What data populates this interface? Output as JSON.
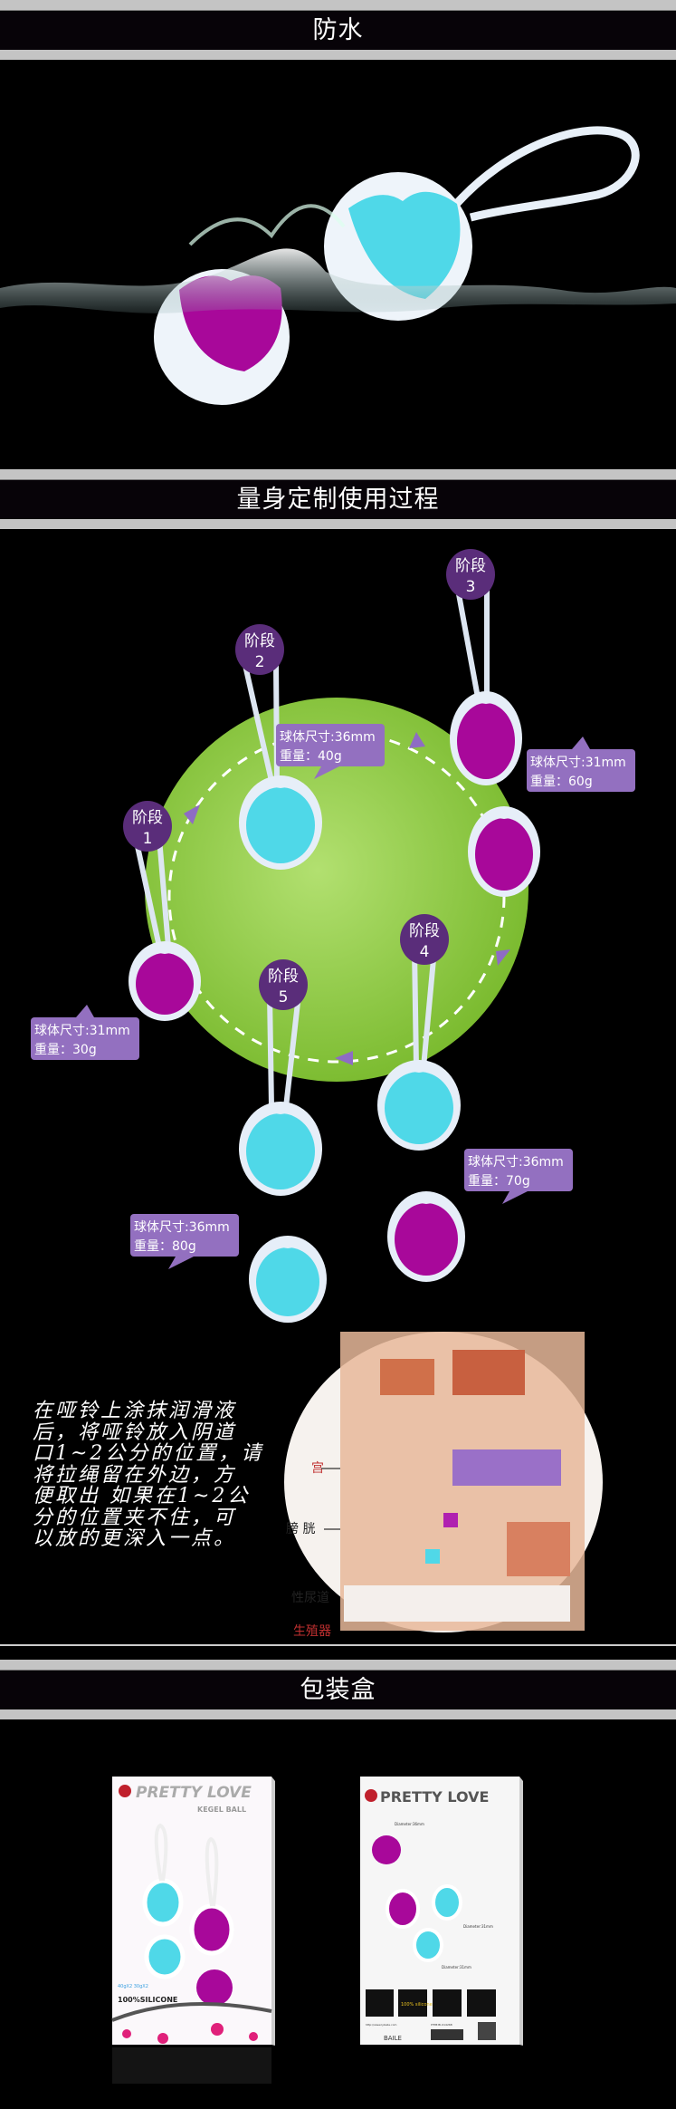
{
  "sections": {
    "waterproof": {
      "title": "防水"
    },
    "usage": {
      "title": "量身定制使用过程"
    },
    "packaging": {
      "title": "包装盒"
    }
  },
  "stages": [
    {
      "label": "阶段",
      "num": "1",
      "size": "球体尺寸:31mm",
      "weight": "重量：30g"
    },
    {
      "label": "阶段",
      "num": "2",
      "size": "球体尺寸:36mm",
      "weight": "重量：40g"
    },
    {
      "label": "阶段",
      "num": "3",
      "size": "球体尺寸:31mm",
      "weight": "重量：60g"
    },
    {
      "label": "阶段",
      "num": "4",
      "size": "球体尺寸:36mm",
      "weight": "重量：70g"
    },
    {
      "label": "阶段",
      "num": "5",
      "size": "球体尺寸:36mm",
      "weight": "重量：80g"
    }
  ],
  "instructions": {
    "lines": [
      "在哑铃上涂抹润滑液",
      "后，将哑铃放入阴道",
      "口1~2公分的位置，请",
      "将拉绳留在外边，方",
      "便取出 如果在1~2公",
      "分的位置夹不住，可",
      "以放的更深入一点。"
    ]
  },
  "anatomy_labels": [
    "宫",
    "膀 胱",
    "性尿道",
    "生殖器"
  ],
  "packaging": {
    "front": {
      "brand": "PRETTY LOVE",
      "product": "KEGEL BALL",
      "weights": "40gX2 30gX2",
      "material": "100%SILICONE"
    },
    "back": {
      "brand": "PRETTY LOVE",
      "diam1": "Diameter:36mm",
      "diam2": "Diameter:31mm",
      "diam3": "Diameter:31mm",
      "badge": "100% silicone",
      "url": "http://www.lybaile.com",
      "item": "ITEM:BI-014268",
      "maker": "BAILE"
    }
  },
  "colors": {
    "cyan": "#4fd8e8",
    "magenta": "#a8089a",
    "badge": "#5a2d7a",
    "info": "#9370c0",
    "green": "#8dc63f"
  }
}
